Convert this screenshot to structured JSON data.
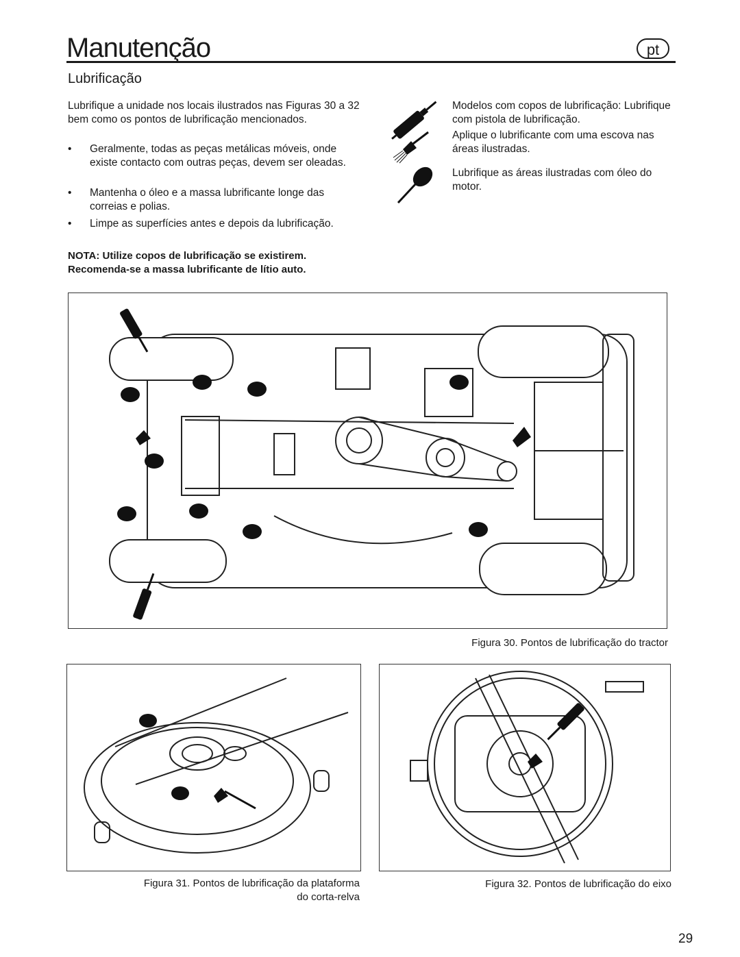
{
  "header": {
    "title": "Manutenção",
    "lang_badge": "pt"
  },
  "section": {
    "title": "Lubrificação",
    "intro": "Lubrifique a unidade nos locais ilustrados nas Figuras 30 a 32 bem como os pontos de lubrificação mencionados.",
    "bullets": [
      "Geralmente, todas as peças metálicas móveis, onde existe contacto com outras peças, devem ser oleadas.",
      "Mantenha o óleo e a massa lubrificante longe das correias e polias.",
      "Limpe as superfícies antes e depois da lubrificação."
    ],
    "note": "NOTA: Utilize copos de lubrificação se existirem. Recomenda-se a massa lubrificante de lítio auto."
  },
  "legend": {
    "grease_gun": "Modelos com copos de lubrificação: Lubrifique com pistola de lubrificação.",
    "brush": "Aplique o lubrificante com uma escova nas áreas ilustradas.",
    "oil": "Lubrifique as áreas ilustradas com óleo do motor.",
    "icons": [
      "grease-gun-icon",
      "brush-icon",
      "oil-can-icon"
    ]
  },
  "figures": {
    "fig30_caption": "Figura 30. Pontos de lubrificação do tractor",
    "fig31_caption": "Figura 31. Pontos de lubrificação da plataforma do corta-relva",
    "fig32_caption": "Figura 32. Pontos de lubrificação do eixo"
  },
  "page_number": "29"
}
